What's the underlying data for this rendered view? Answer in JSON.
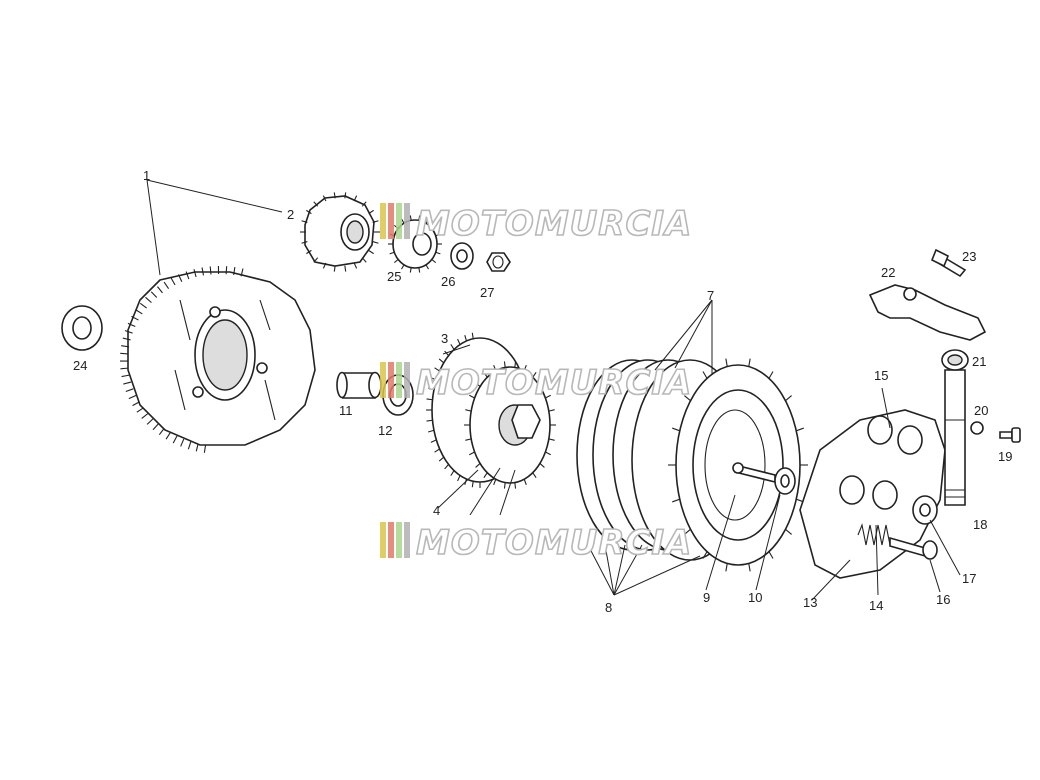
{
  "watermark": {
    "text": "MOTOMURCIA",
    "colors": [
      "#d9c54a",
      "#e07a6a",
      "#a8d68a",
      "#b0b0b0"
    ]
  },
  "callouts": [
    {
      "id": "1",
      "label": "1"
    },
    {
      "id": "2",
      "label": "2"
    },
    {
      "id": "3",
      "label": "3"
    },
    {
      "id": "4",
      "label": "4"
    },
    {
      "id": "7",
      "label": "7"
    },
    {
      "id": "8",
      "label": "8"
    },
    {
      "id": "9",
      "label": "9"
    },
    {
      "id": "10",
      "label": "10"
    },
    {
      "id": "11",
      "label": "11"
    },
    {
      "id": "12",
      "label": "12"
    },
    {
      "id": "13",
      "label": "13"
    },
    {
      "id": "14",
      "label": "14"
    },
    {
      "id": "15",
      "label": "15"
    },
    {
      "id": "16",
      "label": "16"
    },
    {
      "id": "17",
      "label": "17"
    },
    {
      "id": "18",
      "label": "18"
    },
    {
      "id": "19",
      "label": "19"
    },
    {
      "id": "20",
      "label": "20"
    },
    {
      "id": "21",
      "label": "21"
    },
    {
      "id": "22",
      "label": "22"
    },
    {
      "id": "23",
      "label": "23"
    },
    {
      "id": "24",
      "label": "24"
    },
    {
      "id": "25",
      "label": "25"
    },
    {
      "id": "26",
      "label": "26"
    },
    {
      "id": "27",
      "label": "27"
    }
  ]
}
